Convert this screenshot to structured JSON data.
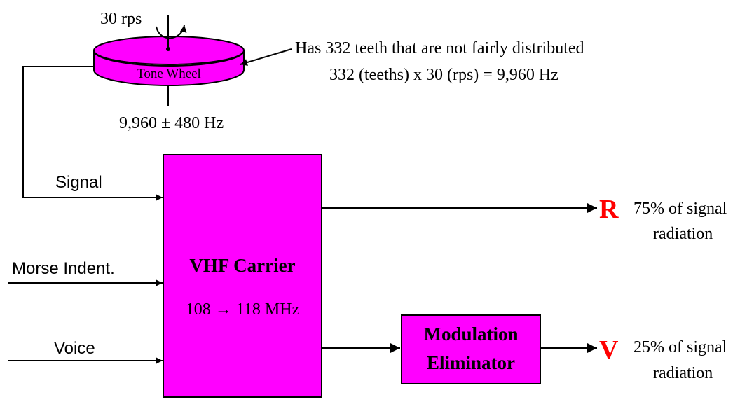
{
  "colors": {
    "block_fill": "#ff00ff",
    "output_letter": "#ff0000",
    "line": "#000000"
  },
  "tone_wheel": {
    "speed": "30 rps",
    "label": "Tone Wheel",
    "frequency": "9,960 ± 480 Hz",
    "note_line1": "Has 332 teeth that are not fairly distributed",
    "note_line2": "332 (teeths) x 30 (rps) = 9,960 Hz"
  },
  "inputs": {
    "signal": "Signal",
    "morse": "Morse Indent.",
    "voice": "Voice"
  },
  "carrier": {
    "title": "VHF Carrier",
    "range": "108 → 118 MHz"
  },
  "eliminator": {
    "line1": "Modulation",
    "line2": "Eliminator"
  },
  "outputs": {
    "r": {
      "letter": "R",
      "line1": "75% of signal",
      "line2": "radiation"
    },
    "v": {
      "letter": "V",
      "line1": "25% of signal",
      "line2": "radiation"
    }
  }
}
